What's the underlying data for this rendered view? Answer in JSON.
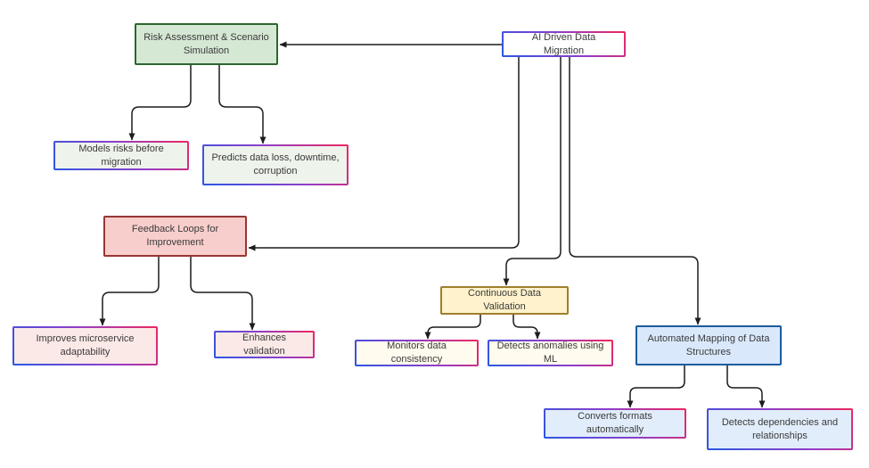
{
  "palette": {
    "edge_color": "#1c1c1c",
    "gradient_border_start": "#2a57e3",
    "gradient_border_mid": "#8f3ec9",
    "gradient_border_end": "#f0265e",
    "green_fill": "#d5e8d4",
    "green_border": "#2d662f",
    "pink_fill": "#f8cecc",
    "pink_border": "#963634",
    "yellow_fill": "#fff2cc",
    "yellow_border": "#9e7f2c",
    "blue_fill": "#dae8fc",
    "blue_border": "#1d5b9e",
    "tint_green_fill": "#eef3ec",
    "tint_pink_fill": "#fbe9e7",
    "tint_yellow_fill": "#fffbee",
    "tint_blue_fill": "#e1edfb",
    "white_fill": "#ffffff"
  },
  "nodes": {
    "ai": {
      "label": "AI Driven Data Migration"
    },
    "risk": {
      "label": "Risk Assessment & Scenario Simulation"
    },
    "models": {
      "label": "Models risks before migration"
    },
    "predicts": {
      "label": "Predicts data loss, downtime, corruption"
    },
    "feedback": {
      "label": "Feedback Loops for Improvement"
    },
    "improves": {
      "label": "Improves microservice adaptability"
    },
    "enhances": {
      "label": "Enhances validation"
    },
    "continuous": {
      "label": "Continuous Data Validation"
    },
    "monitors": {
      "label": "Monitors data consistency"
    },
    "detects_ml": {
      "label": "Detects anomalies using ML"
    },
    "automap": {
      "label": "Automated Mapping of Data Structures"
    },
    "converts": {
      "label": "Converts formats automatically"
    },
    "detects_dep": {
      "label": "Detects dependencies and relationships"
    }
  }
}
